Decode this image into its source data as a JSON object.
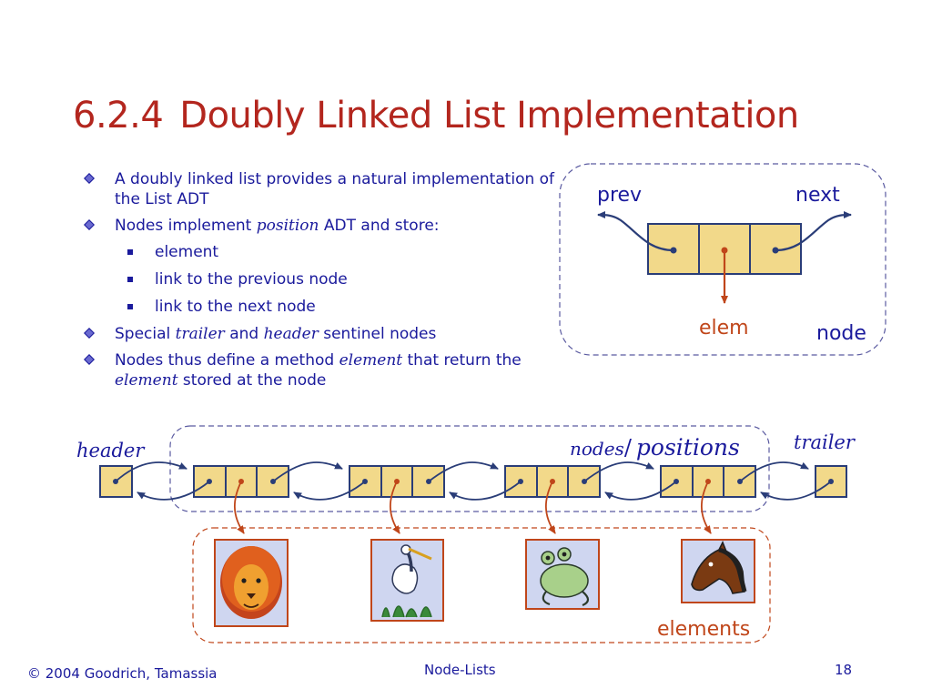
{
  "slide": {
    "title_num": "6.2.4",
    "title_text": "Doubly Linked List Implementation",
    "bullets": {
      "b1": "A doubly linked list provides a natural implementation of the List ADT",
      "b2_pre": "Nodes implement ",
      "b2_it": "position",
      "b2_post": " ADT and store:",
      "s1": "element",
      "s2": "link to the previous node",
      "s3": "link to the next node",
      "b3_pre": "Special ",
      "b3_it1": "trailer",
      "b3_mid": " and ",
      "b3_it2": "header",
      "b3_post": " sentinel nodes",
      "b4_pre": "Nodes thus define a method ",
      "b4_it1": "element",
      "b4_mid": " that return the ",
      "b4_it2": "element",
      "b4_post": " stored at the node"
    },
    "node_diagram": {
      "prev": "prev",
      "next": "next",
      "elem": "elem",
      "node": "node"
    },
    "list_diagram": {
      "header": "header",
      "trailer": "trailer",
      "nodes_it": "nodes",
      "slash": "/",
      "positions_it": "positions",
      "elements": "elements",
      "element_icons": [
        "lion-icon",
        "heron-icon",
        "frog-icon",
        "horse-icon"
      ]
    },
    "footer": {
      "copyright": "© 2004 Goodrich, Tamassia",
      "center": "Node-Lists",
      "page": "18"
    },
    "colors": {
      "title": "#b3261e",
      "text": "#1a1a9c",
      "node_fill": "#f2d98a",
      "link": "#2a3d78",
      "elem_arrow": "#c0461a",
      "dash_blue": "#5a5aa0",
      "dash_red": "#c0461a"
    }
  }
}
